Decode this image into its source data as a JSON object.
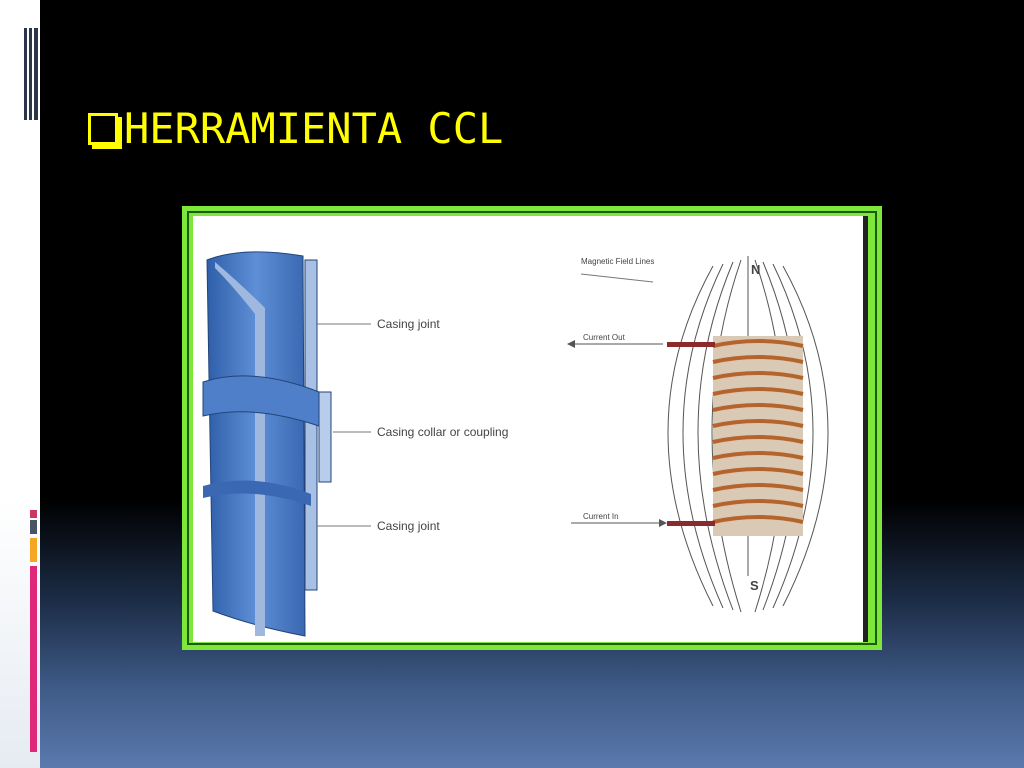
{
  "slide": {
    "title": "HERRAMIENTA CCL",
    "bullet_icon": "checkbox-square-icon",
    "accent_colors": {
      "title": "#ffff00",
      "frame": "#7ee83a",
      "pipe": "#4f7fc8",
      "coil": "#b5652b"
    }
  },
  "diagram": {
    "labels": {
      "casing_joint_top": "Casing joint",
      "casing_collar": "Casing collar or coupling",
      "casing_joint_bottom": "Casing joint",
      "magnetic_field_lines": "Magnetic Field Lines",
      "current_out": "Current Out",
      "current_in": "Current In",
      "north": "N",
      "south": "S"
    }
  }
}
